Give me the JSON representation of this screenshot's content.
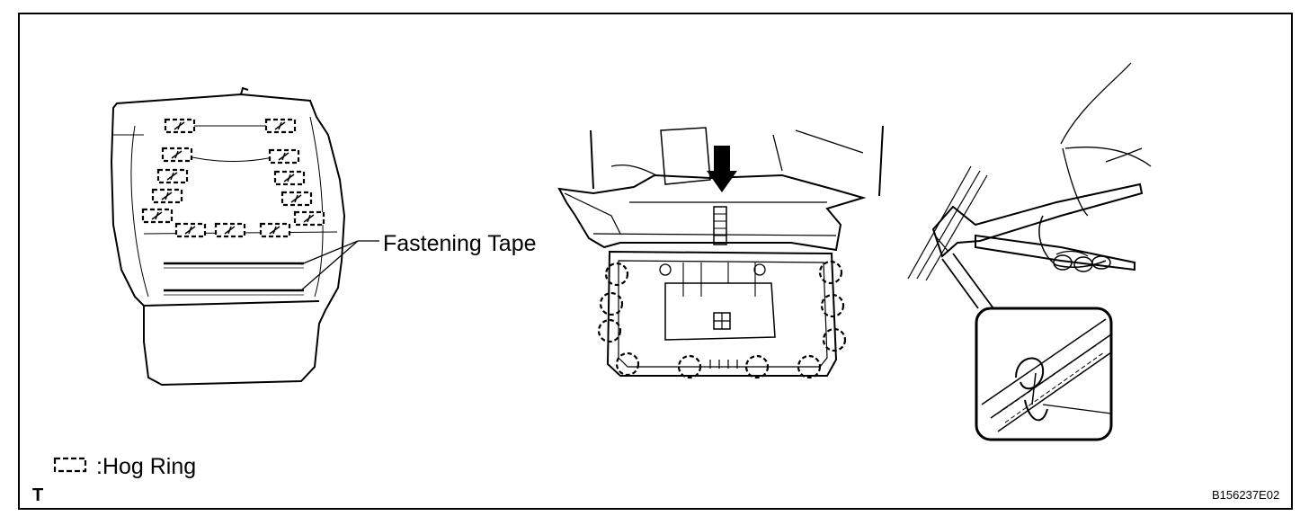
{
  "labels": {
    "fastening_tape": "Fastening Tape",
    "hog_ring": ":Hog Ring",
    "corner_mark": "T",
    "figure_code": "B156237E02"
  },
  "colors": {
    "line": "#000000",
    "background": "#ffffff"
  },
  "icons": {
    "hog_ring_symbol": "dashed-rectangle-icon",
    "press_arrow": "down-arrow-icon"
  }
}
